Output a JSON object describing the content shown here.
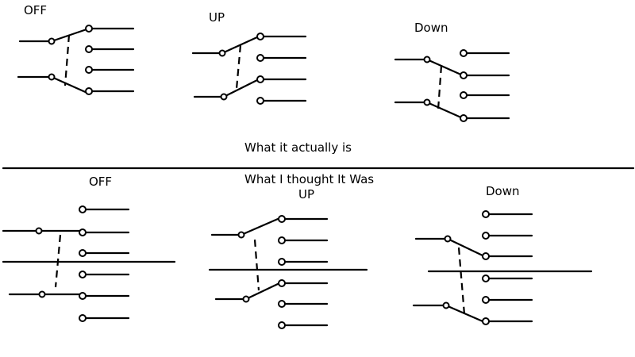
{
  "top": {
    "off_label": "OFF",
    "up_label": "UP",
    "down_label": "Down"
  },
  "divider": {
    "above_caption": "What it actually is",
    "below_caption": "What I thought It Was"
  },
  "bottom": {
    "off_label": "OFF",
    "up_label": "UP",
    "down_label": "Down"
  }
}
